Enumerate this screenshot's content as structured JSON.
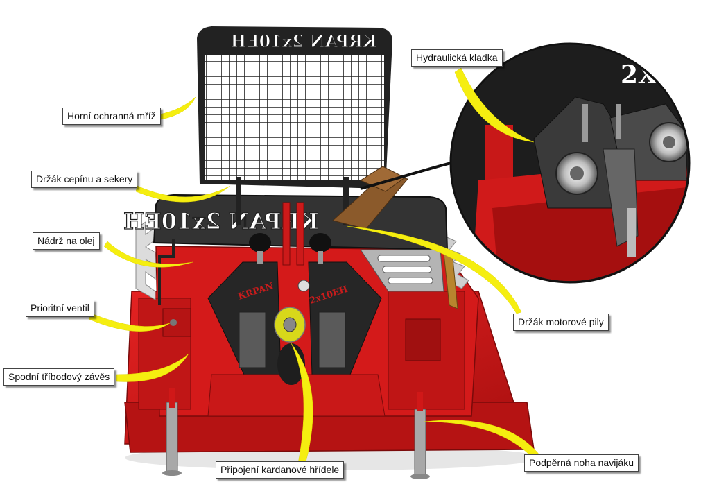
{
  "labels": {
    "top_guard": "Horní ochranná mříž",
    "axe_holder": "Držák cepínu a sekery",
    "oil_tank": "Nádrž na olej",
    "priority_valve": "Prioritní ventil",
    "lower_hitch": "Spodní tříbodový závěs",
    "hydraulic_pulley": "Hydraulická kladka",
    "saw_holder": "Držák motorové pily",
    "pto_connection": "Připojení kardanové hřídele",
    "support_leg": "Podpěrná noha navijáku"
  },
  "branding": {
    "guard_text": "KRPAN 2x10EH",
    "shield_text": "KRPAN 2x10EH",
    "drum_left": "KRPAN",
    "drum_right": "2x10EH",
    "inset_text": "2X"
  },
  "colors": {
    "machine_red": "#d01818",
    "dark_red": "#8e0c0c",
    "black_plate": "#2a2a2a",
    "grey_metal": "#9a9a9a",
    "leader_yellow": "#f5ee10",
    "pto_yellow": "#d8d81a",
    "saw_holder_brown": "#8b5a2b"
  }
}
